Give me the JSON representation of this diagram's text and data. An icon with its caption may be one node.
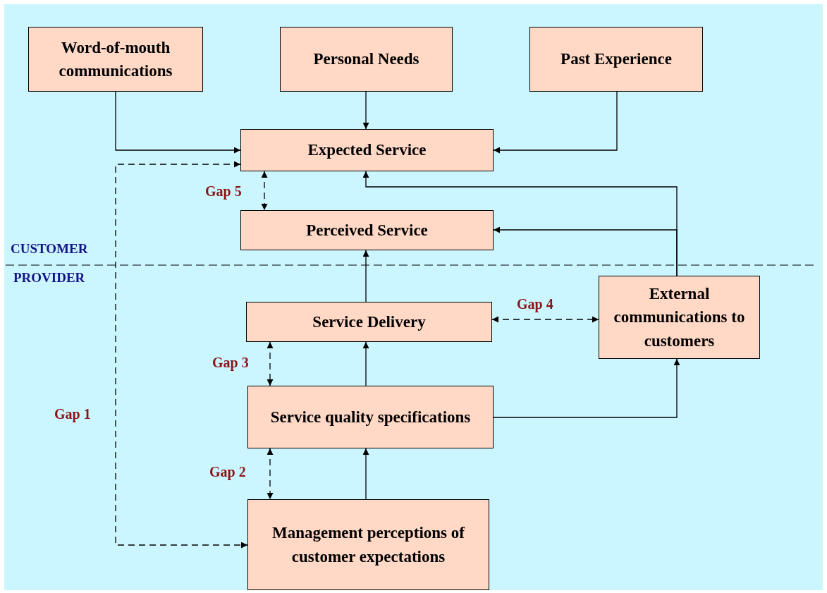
{
  "diagram": {
    "nodes": [
      {
        "text": [
          "Word-of-mouth communications"
        ]
      },
      {
        "text": [
          "Personal Needs"
        ]
      },
      {
        "text": [
          "Past Experience"
        ]
      },
      {
        "text": [
          "Expected Service"
        ]
      },
      {
        "text": [
          "Perceived Service"
        ]
      },
      {
        "text": [
          "Service Delivery"
        ]
      },
      {
        "text": [
          "External communications to customers"
        ]
      },
      {
        "text": [
          "Service quality specifications"
        ]
      },
      {
        "text": [
          "Management perceptions of customer expectations"
        ]
      }
    ],
    "edges": [
      {
        "from": 0,
        "to": 3,
        "arrow": "to"
      },
      {
        "from": 1,
        "to": 3,
        "arrow": "to"
      },
      {
        "from": 2,
        "to": 3,
        "arrow": "to"
      },
      {
        "from": 6,
        "to": 3,
        "arrow": "to"
      },
      {
        "from": 6,
        "to": 4,
        "arrow": "to"
      },
      {
        "from": 5,
        "to": 4,
        "arrow": "to"
      },
      {
        "from": 7,
        "to": 5,
        "arrow": "to"
      },
      {
        "from": 8,
        "to": 7,
        "arrow": "to"
      },
      {
        "from": 7,
        "to": 6,
        "arrow": "to"
      },
      {
        "from": 3,
        "to": 4,
        "arrow": "both",
        "style": "dashed",
        "label": "Gap 5"
      },
      {
        "from": 5,
        "to": 6,
        "arrow": "both",
        "style": "dashed",
        "label": "Gap 4"
      },
      {
        "from": 5,
        "to": 7,
        "arrow": "both",
        "style": "dashed",
        "label": "Gap 3"
      },
      {
        "from": 7,
        "to": 8,
        "arrow": "both",
        "style": "dashed",
        "label": "Gap 2"
      },
      {
        "from": 3,
        "to": 8,
        "arrow": "both",
        "style": "dashed",
        "label": "Gap 1"
      }
    ],
    "labels": [
      "CUSTOMER",
      "PROVIDER"
    ]
  }
}
